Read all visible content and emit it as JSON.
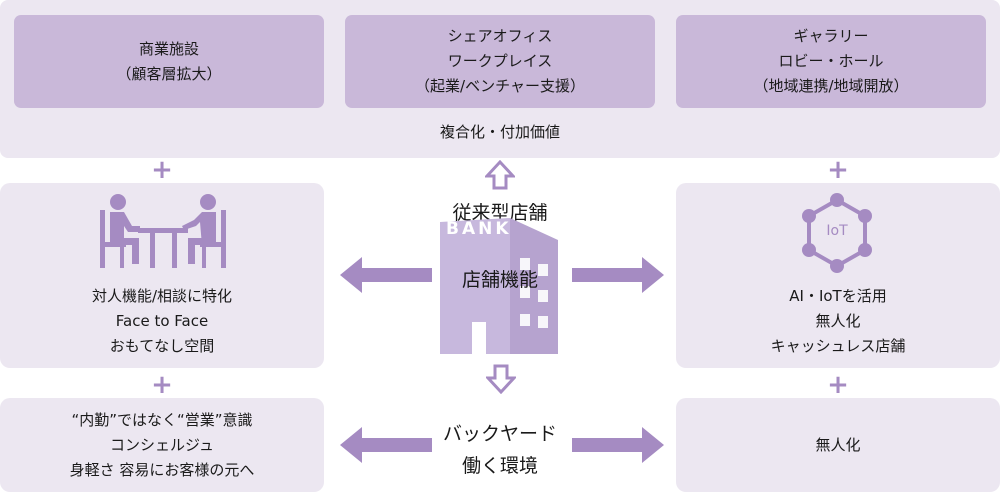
{
  "top": {
    "boxes": [
      {
        "lines": [
          "商業施設",
          "（顧客層拡大）"
        ]
      },
      {
        "lines": [
          "シェアオフィス",
          "ワークプレイス",
          "（起業/ベンチャー支援）"
        ]
      },
      {
        "lines": [
          "ギャラリー",
          "ロビー・ホール",
          "（地域連携/地域開放）"
        ]
      }
    ],
    "caption": "複合化・付加価値"
  },
  "plus": "+",
  "center": {
    "title": "従来型店舗",
    "building_sign": "BANK",
    "function_label": "店舗機能",
    "backyard_lines": [
      "バックヤード",
      "働く環境"
    ]
  },
  "left": {
    "mid_lines": [
      "対人機能/相談に特化",
      "Face to Face",
      "おもてなし空間"
    ],
    "bottom_lines": [
      "“内勤”ではなく“営業”意識",
      "コンシェルジュ",
      "身軽さ 容易にお客様の元へ"
    ]
  },
  "right": {
    "iot_label": "IoT",
    "mid_lines": [
      "AI・IoTを活用",
      "無人化",
      "キャッシュレス店舗"
    ],
    "bottom_lines": [
      "無人化"
    ]
  },
  "colors": {
    "accent": "#a58bc2",
    "top_box": "#c9b8d9",
    "panel": "#ece7f1",
    "building": "#c7b8dd"
  }
}
